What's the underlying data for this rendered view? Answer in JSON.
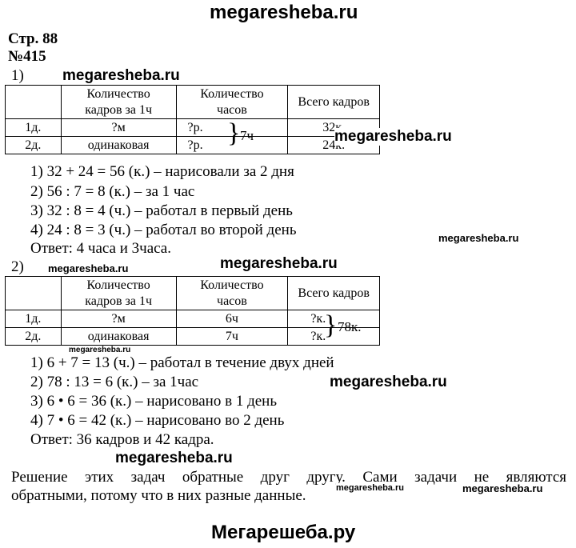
{
  "watermarks": {
    "top": "megaresheba.ru",
    "part1_header": "megaresheba.ru",
    "table1_right": "megaresheba.ru",
    "after_answer1": "megaresheba.ru",
    "part2_left": "megaresheba.ru",
    "part2_center": "megaresheba.ru",
    "table2_below": "megaresheba.ru",
    "steps2_right": "megaresheba.ru",
    "after_answer2": "megaresheba.ru",
    "bottom_mid": "megaresheba.ru",
    "bottom_right": "megaresheba.ru",
    "footer": "Мегарешеба.ру"
  },
  "page": {
    "label": "Стр. 88",
    "number": "№415"
  },
  "part1": {
    "label": "1)",
    "table": {
      "headers": [
        "",
        "Количество кадров за 1ч",
        "Количество часов",
        "Всего кадров"
      ],
      "rows": [
        [
          "1д.",
          "?м",
          "?р.",
          "32к."
        ],
        [
          "2д.",
          "одинаковая",
          "?р.",
          "24к."
        ]
      ],
      "brace_label": "7ч"
    },
    "steps": [
      "1) 32 + 24 = 56 (к.) – нарисовали за 2 дня",
      "2) 56 : 7 = 8 (к.) – за 1 час",
      "3) 32 : 8 = 4 (ч.) – работал в первый день",
      "4) 24 : 8 = 3 (ч.) – работал во второй день"
    ],
    "answer": "Ответ: 4 часа и  3часа."
  },
  "part2": {
    "label": "2)",
    "table": {
      "headers": [
        "",
        "Количество кадров за 1ч",
        "Количество часов",
        "Всего кадров"
      ],
      "rows": [
        [
          "1д.",
          "?м",
          "6ч",
          "?к."
        ],
        [
          "2д.",
          "одинаковая",
          "7ч",
          "?к."
        ]
      ],
      "brace_label": "78к."
    },
    "steps": [
      "1) 6 + 7 = 13 (ч.) – работал в течение двух дней",
      "2) 78 : 13 = 6 (к.) – за 1час",
      "3) 6 • 6 = 36 (к.) – нарисовано в 1 день",
      "4) 7 • 6 = 42 (к.) – нарисовано во 2 день"
    ],
    "answer": "Ответ: 36 кадров и 42 кадра."
  },
  "conclusion": {
    "line1": "Решение этих задач обратные друг другу. Сами задачи не являются",
    "line2": "обратными, потому что в них разные данные."
  }
}
